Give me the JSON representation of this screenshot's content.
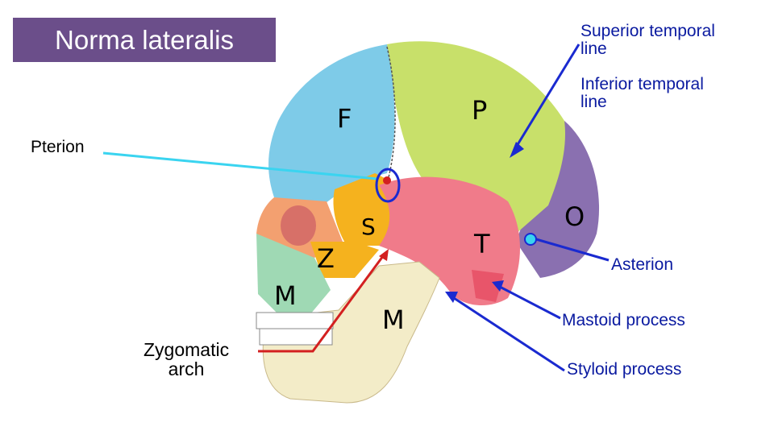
{
  "title": "Norma lateralis",
  "labels": {
    "superior_temporal": [
      "Superior temporal",
      "line"
    ],
    "inferior_temporal": [
      "Inferior temporal",
      "line"
    ],
    "pterion": "Pterion",
    "asterion": "Asterion",
    "mastoid": "Mastoid process",
    "styloid": "Styloid process",
    "zygomatic": [
      "Zygomatic",
      "arch"
    ]
  },
  "bone_letters": {
    "frontal": "F",
    "parietal": "P",
    "sphenoid": "S",
    "temporal": "T",
    "occipital": "O",
    "zygomatic": "Z",
    "maxilla": "M",
    "mandible": "M"
  },
  "colors": {
    "title_bg": "#6b4e8a",
    "frontal": "#7ecbe8",
    "parietal": "#c8e06a",
    "occipital": "#8a70b0",
    "temporal": "#f07b8a",
    "sphenoid": "#f5b21e",
    "maxilla": "#9fd9b4",
    "mandible": "#f3ecc8",
    "leader_blue": "#1a2ad0",
    "leader_red": "#d32020",
    "pterion_line": "#3ad4f0"
  }
}
